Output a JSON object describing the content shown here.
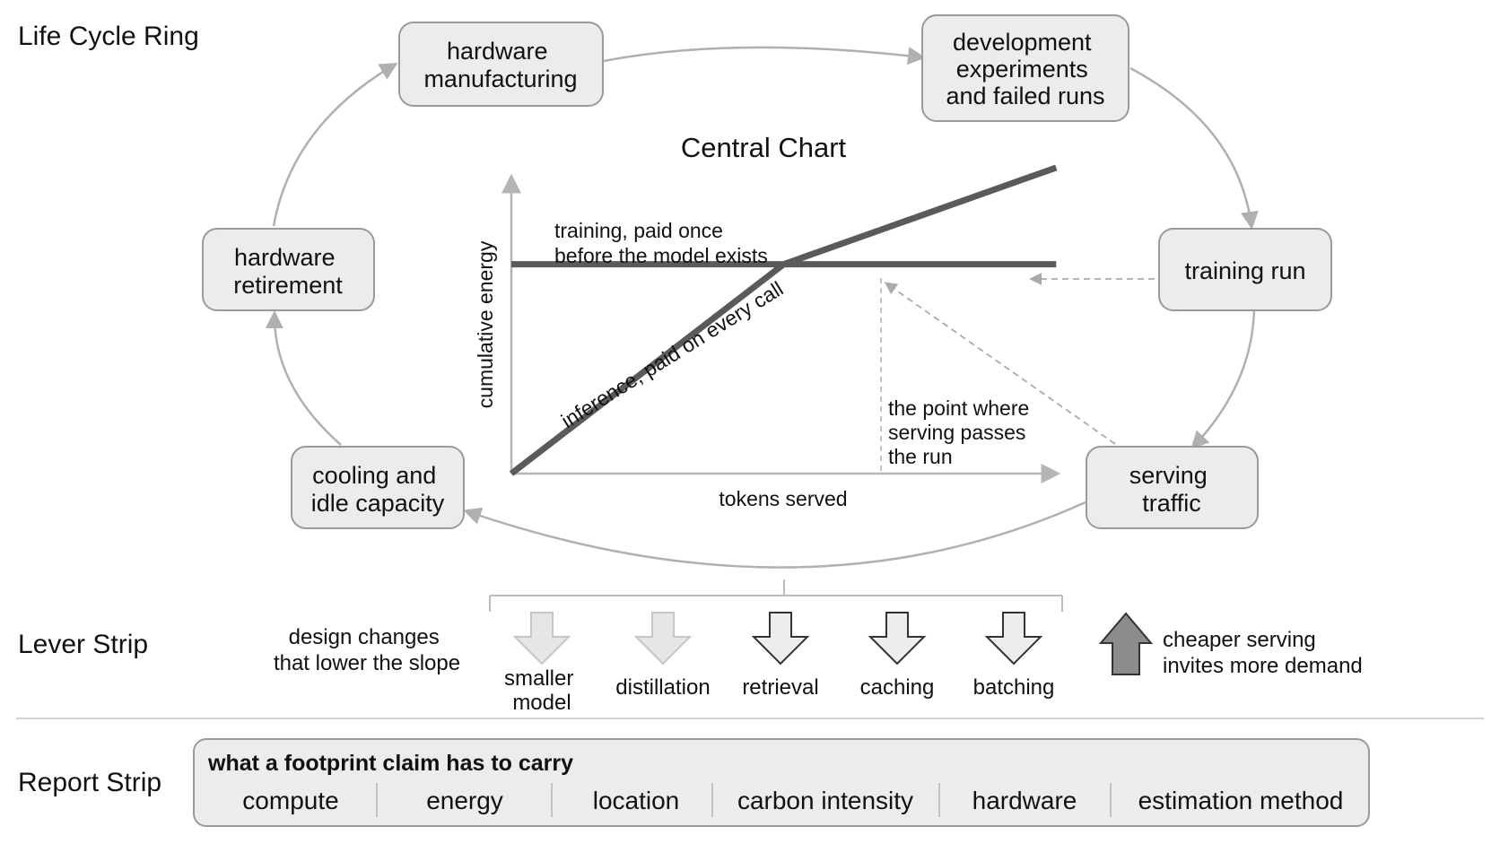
{
  "sections": {
    "ring": "Life Cycle Ring",
    "lever": "Lever Strip",
    "report": "Report Strip"
  },
  "ring_nodes": {
    "manufacturing": [
      "hardware",
      "manufacturing"
    ],
    "development": [
      "development",
      "experiments",
      "and failed runs"
    ],
    "training": [
      "training run"
    ],
    "serving": [
      "serving",
      "traffic"
    ],
    "cooling": [
      "cooling and",
      "idle capacity"
    ],
    "retirement": [
      "hardware",
      "retirement"
    ]
  },
  "chart": {
    "title": "Central Chart",
    "ylabel": "cumulative energy",
    "xlabel": "tokens served",
    "training_label": [
      "training, paid once",
      "before the model exists"
    ],
    "inference_label": "inference, paid on every call",
    "crossover_label": [
      "the point where",
      "serving passes",
      "the run"
    ]
  },
  "chart_data": {
    "type": "line",
    "title": "Central Chart",
    "xlabel": "tokens served",
    "ylabel": "cumulative energy",
    "x": [
      0,
      0.5,
      1.0
    ],
    "series": [
      {
        "name": "training, paid once before the model exists",
        "values": [
          0.65,
          0.65,
          0.65
        ]
      },
      {
        "name": "inference, paid on every call",
        "values": [
          0.0,
          0.65,
          0.95
        ]
      }
    ],
    "xlim": [
      0,
      1.1
    ],
    "ylim": [
      0,
      1.0
    ],
    "grid": false,
    "annotations": [
      "the point where serving passes the run"
    ]
  },
  "lever": {
    "description": [
      "design changes",
      "that lower the slope"
    ],
    "items": [
      {
        "label": [
          "smaller",
          "model"
        ],
        "style": "light"
      },
      {
        "label": [
          "distillation"
        ],
        "style": "light"
      },
      {
        "label": [
          "retrieval"
        ],
        "style": "dark"
      },
      {
        "label": [
          "caching"
        ],
        "style": "dark"
      },
      {
        "label": [
          "batching"
        ],
        "style": "dark"
      }
    ],
    "rebound": [
      "cheaper serving",
      "invites more demand"
    ]
  },
  "report": {
    "heading": "what a footprint claim has to carry",
    "items": [
      "compute",
      "energy",
      "location",
      "carbon intensity",
      "hardware",
      "estimation method"
    ]
  },
  "colors": {
    "node_fill": "#ececec",
    "node_stroke": "#9a9a9a",
    "ring_arrow": "#b0b0b0",
    "chart_line": "#5a5a5a",
    "axis": "#b5b5b5",
    "rebound_arrow": "#8c8c8c"
  }
}
